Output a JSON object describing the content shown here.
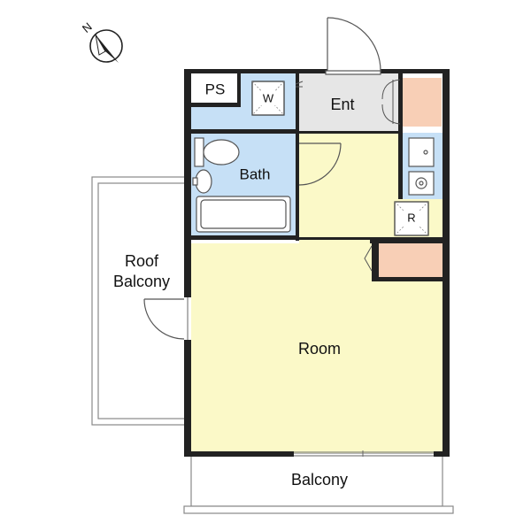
{
  "labels": {
    "ps": "PS",
    "washer": "W",
    "entrance": "Ent",
    "bath": "Bath",
    "refrigerator": "R",
    "roof_balcony_line1": "Roof",
    "roof_balcony_line2": "Balcony",
    "room": "Room",
    "balcony": "Balcony"
  },
  "compass": {
    "letter": "N"
  },
  "colors": {
    "wall": "#222222",
    "room_fill": "#fbf9c8",
    "wet_fill": "#c6e0f6",
    "entry_fill": "#e6e6e6",
    "storage_fill": "#f8cfb6",
    "door_line": "#555555",
    "balcony_line": "#888888"
  }
}
